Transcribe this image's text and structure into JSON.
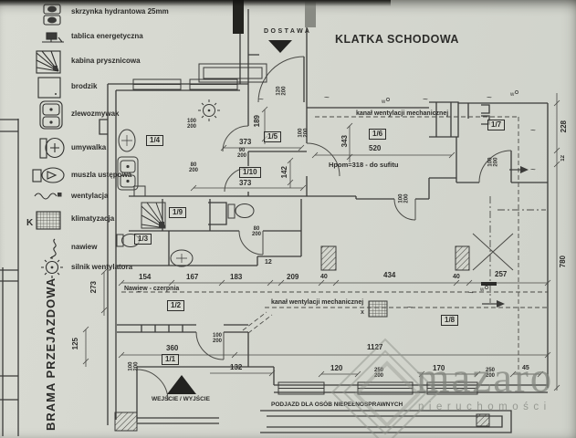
{
  "legend": {
    "items": [
      {
        "icon": "hydrant-box-icon",
        "label": "skrzynka hydrantowa 25mm"
      },
      {
        "icon": "electrical-board-icon",
        "label": "tablica energetyczna"
      },
      {
        "icon": "shower-cabin-icon",
        "label": "kabina prysznicowa"
      },
      {
        "icon": "shower-tray-icon",
        "label": "brodzik"
      },
      {
        "icon": "kitchen-sink-icon",
        "label": "zlewozmywak"
      },
      {
        "icon": "washbasin-icon",
        "label": "umywalka"
      },
      {
        "icon": "toilet-icon",
        "label": "muszla ustępowa"
      },
      {
        "icon": "ventilation-icon",
        "label": "wentylacja"
      },
      {
        "icon": "air-conditioning-icon",
        "label": "klimatyzacja"
      },
      {
        "icon": "air-inlet-icon",
        "label": "nawiew"
      },
      {
        "icon": "fan-motor-icon",
        "label": "silnik wentylatora"
      }
    ]
  },
  "plan": {
    "gate_label": "BRAMA PRZEJAZDOWA",
    "staircase_label": "KLATKA SCHODOWA",
    "delivery_label": "DOSTAWA",
    "entrance_label": "WEJŚCIE / WYJŚCIE",
    "ramp_label": "PODJAZD DLA OSÓB NIEPEŁNOSPRAWNYCH",
    "duct_label_top": "kanał wentylacji mechanicznej",
    "duct_label_bottom": "kanał wentylacji mechanicznej",
    "height_note": "Hpom=318 - do sufitu",
    "intake_note": "Nawiew - czerpnia",
    "ac_mark": "x"
  },
  "rooms": {
    "r1": "1/1",
    "r2": "1/2",
    "r3": "1/3",
    "r4": "1/4",
    "r5": "1/5",
    "r6": "1/6",
    "r7": "1/7",
    "r8": "1/8",
    "r9": "1/9",
    "r10": "1/10"
  },
  "dimensions": {
    "room6_520": "520",
    "corr373a": "373",
    "corr373b": "373",
    "w154": "154",
    "w167": "167",
    "w183": "183",
    "n12": "12",
    "w209": "209",
    "p40a": "40",
    "w434": "434",
    "p40b": "40",
    "w257": "257",
    "b360": "360",
    "b132": "132",
    "b1127": "1127",
    "b120": "120",
    "b170": "170",
    "b45": "45",
    "v273": "273",
    "v125": "125",
    "v189": "189",
    "v343": "343",
    "v142": "142",
    "v228": "228",
    "v12": "12",
    "v780": "780"
  },
  "door_window_sizes": {
    "d120": {
      "w": "120",
      "h": "200"
    },
    "d100": {
      "w": "100",
      "h": "200"
    },
    "d90": {
      "w": "90",
      "h": "200"
    },
    "d80": {
      "w": "80",
      "h": "200"
    },
    "w250": {
      "w": "250",
      "h": "200"
    }
  },
  "watermark": {
    "brand": "mazaro",
    "subtitle": "nieruchomości"
  }
}
